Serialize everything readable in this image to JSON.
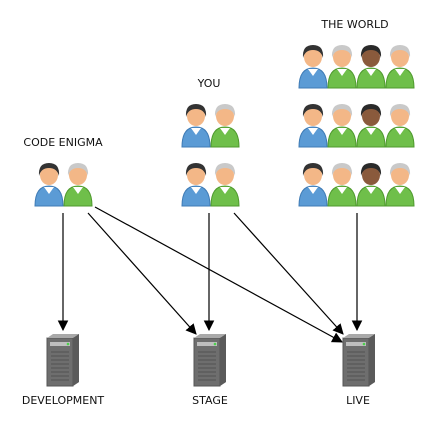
{
  "groups": {
    "code_enigma": {
      "label": "CODE ENIGMA"
    },
    "you": {
      "label": "YOU"
    },
    "world": {
      "label": "THE WORLD"
    }
  },
  "servers": {
    "development": {
      "label": "DEVELOPMENT"
    },
    "stage": {
      "label": "STAGE"
    },
    "live": {
      "label": "LIVE"
    }
  },
  "colors": {
    "shirt_blue": "#5b9bd5",
    "shirt_green": "#6fbf4a",
    "skin_light": "#f3b787",
    "skin_dark": "#8a5a3c",
    "hair_dark": "#3a3a3a",
    "hair_grey": "#c8c8c8",
    "server_body": "#777777",
    "arrow": "#000000"
  },
  "icons": [
    "person-icon",
    "server-icon",
    "arrow"
  ]
}
